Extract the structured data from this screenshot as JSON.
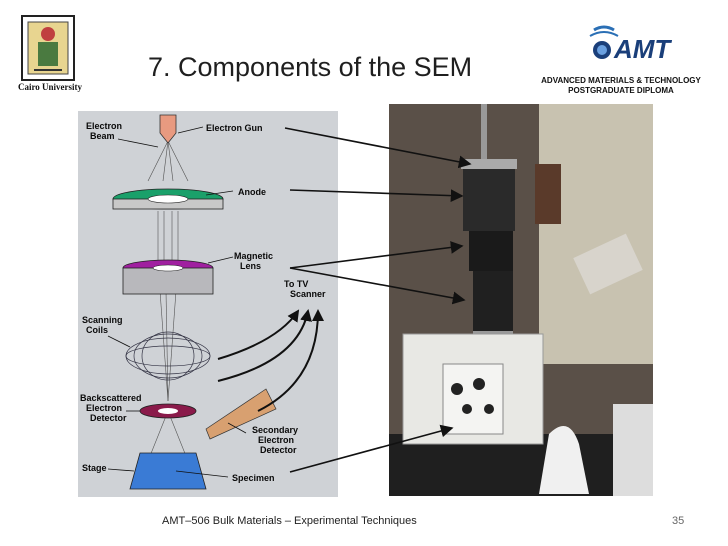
{
  "slide": {
    "title": "7.   Components of the SEM",
    "program_line1": "ADVANCED MATERIALS & TECHNOLOGY",
    "program_line2": "POSTGRADUATE DIPLOMA",
    "logo_left_text": "Cairo University",
    "logo_right_text": "AMT",
    "footer": "AMT–506 Bulk Materials – Experimental Techniques",
    "page_number": "35"
  },
  "diagram": {
    "labels": {
      "electron_beam": "Electron\nBeam",
      "electron_gun": "Electron Gun",
      "anode": "Anode",
      "magnetic_lens": "Magnetic\nLens",
      "to_tv_scanner": "To TV\nScanner",
      "scanning_coils": "Scanning\nCoils",
      "backscattered_detector": "Backscattered\nElectron\nDetector",
      "secondary_detector": "Secondary\nElectron\nDetector",
      "stage": "Stage",
      "specimen": "Specimen"
    },
    "colors": {
      "background": "#cfd2d6",
      "anode_ring": "#1aa06a",
      "lens_ring": "#a020a0",
      "gun": "#e89a80",
      "detector_ring": "#8a1a4a",
      "secondary_cone": "#d8a070",
      "stage": "#3a7bd5"
    }
  }
}
